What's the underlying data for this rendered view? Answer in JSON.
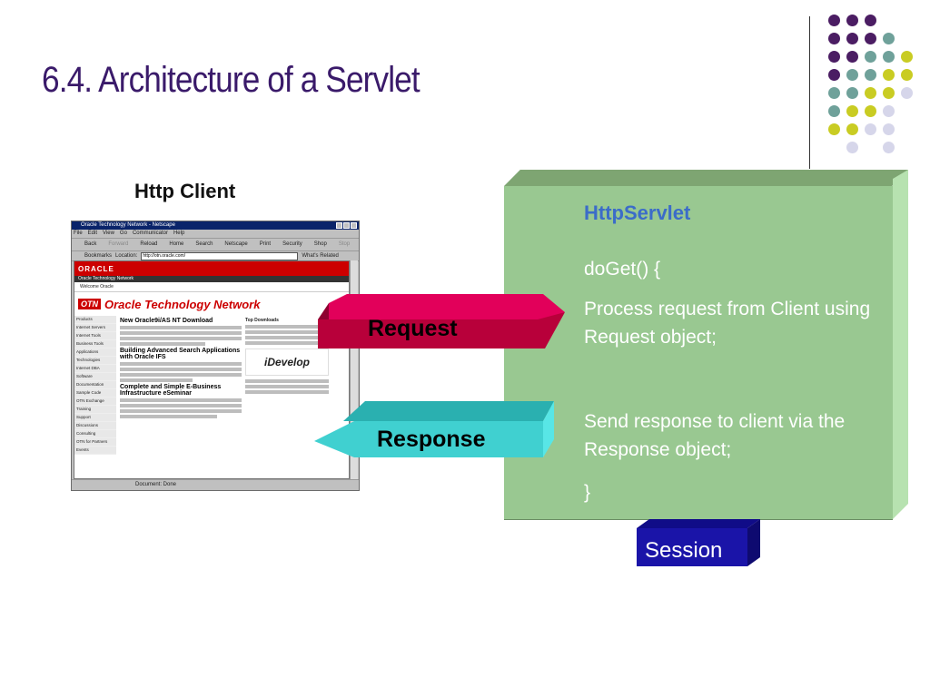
{
  "slide": {
    "title": "6.4. Architecture of a Servlet"
  },
  "client": {
    "label": "Http Client",
    "browser": {
      "title_bar": "Oracle Technology Network - Netscape",
      "menu": [
        "File",
        "Edit",
        "View",
        "Go",
        "Communicator",
        "Help"
      ],
      "toolbar": [
        "Back",
        "Forward",
        "Reload",
        "Home",
        "Search",
        "Netscape",
        "Print",
        "Security",
        "Shop",
        "Stop"
      ],
      "bookmarks_label": "Bookmarks",
      "location_label": "Location:",
      "url": "http://otn.oracle.com/",
      "whats_related": "What's Related",
      "status_text": "Document: Done",
      "page": {
        "brand": "ORACLE",
        "subtitle": "Oracle Technology Network",
        "welcome": "Welcome Oracle",
        "otn_badge": "OTN",
        "otn_name": "Oracle Technology Network",
        "nav": [
          "Products",
          "Internet Servers",
          "Internet Tools",
          "Business Tools",
          "Applications",
          "Technologies",
          "Internet DBA",
          "Software",
          "Documentation",
          "Sample Code",
          "OTN Exchange",
          "Training",
          "Support",
          "Discussions",
          "Consulting",
          "OTN for Partners",
          "Events"
        ],
        "headlines": [
          "New Oracle9i/AS NT Download",
          "Building Advanced Search Applications with Oracle IFS",
          "Complete and Simple E-Business Infrastructure eSeminar"
        ],
        "side_title": "Top Downloads",
        "side_promo": "iDevelop"
      }
    }
  },
  "server": {
    "title": "HttpServlet",
    "lines": [
      "doGet() {",
      "Process request from Client using Request object;",
      "Send response to client via the Response object;",
      "}"
    ]
  },
  "arrows": {
    "request": "Request",
    "response": "Response"
  },
  "session": {
    "label": "Session"
  },
  "colors": {
    "title": "#3a1a6a",
    "server_face": "#99c891",
    "server_title": "#3b6cc9",
    "request_arrow": "#c0003c",
    "response_arrow": "#3cc8c8",
    "session_box": "#1a14a8",
    "dot_purple": "#4b1d63",
    "dot_teal": "#6fa19a",
    "dot_lime": "#c9cc23",
    "dot_lavender": "#d6d6ea"
  }
}
